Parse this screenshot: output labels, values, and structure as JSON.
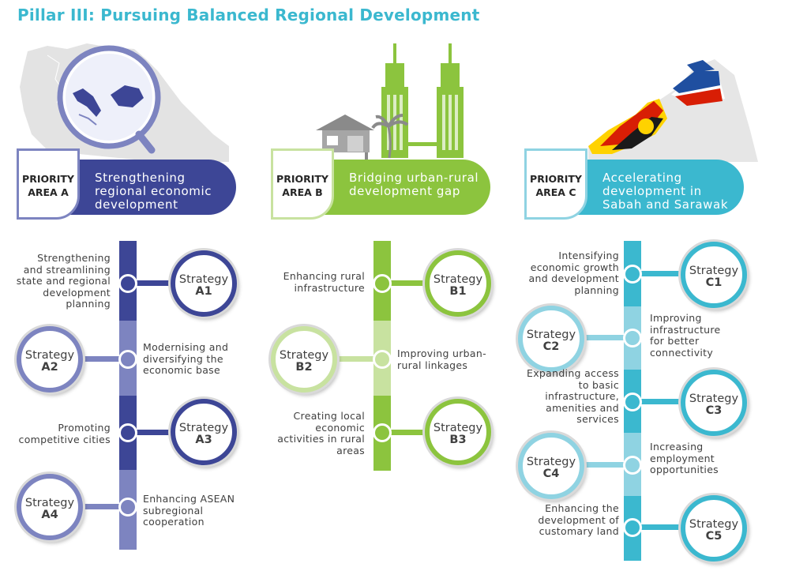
{
  "title": "Pillar III: Pursuing Balanced Regional Development",
  "colors": {
    "title": "#3bb8cf",
    "area_a": "#3d4696",
    "area_a_light": "#7d84c0",
    "area_b": "#8cc43e",
    "area_b_light": "#c8e2a0",
    "area_c": "#3bb8cf",
    "area_c_light": "#8fd3e2"
  },
  "icons": {
    "area_a": "southeast-asia-map-magnifier-icon",
    "area_b": "city-towers-and-village-house-icon",
    "area_c": "sabah-sarawak-map-flags-icon"
  },
  "areas": {
    "a": {
      "label_line1": "PRIORITY",
      "label_line2": "AREA A",
      "title": "Strengthening regional economic development",
      "strategies": [
        {
          "line1": "Strategy",
          "line2": "A1",
          "text": "Strengthening and streamlining state and regional development planning"
        },
        {
          "line1": "Strategy",
          "line2": "A2",
          "text": "Modernising and diversifying the economic base"
        },
        {
          "line1": "Strategy",
          "line2": "A3",
          "text": "Promoting competitive cities"
        },
        {
          "line1": "Strategy",
          "line2": "A4",
          "text": "Enhancing ASEAN subregional cooperation"
        }
      ]
    },
    "b": {
      "label_line1": "PRIORITY",
      "label_line2": "AREA B",
      "title": "Bridging urban-rural development gap",
      "strategies": [
        {
          "line1": "Strategy",
          "line2": "B1",
          "text": "Enhancing rural infrastructure"
        },
        {
          "line1": "Strategy",
          "line2": "B2",
          "text": "Improving urban-rural linkages"
        },
        {
          "line1": "Strategy",
          "line2": "B3",
          "text": "Creating local economic activities in rural areas"
        }
      ]
    },
    "c": {
      "label_line1": "PRIORITY",
      "label_line2": "AREA C",
      "title": "Accelerating development in Sabah and Sarawak",
      "strategies": [
        {
          "line1": "Strategy",
          "line2": "C1",
          "text": "Intensifying economic growth and development planning"
        },
        {
          "line1": "Strategy",
          "line2": "C2",
          "text": "Improving infrastructure for better connectivity"
        },
        {
          "line1": "Strategy",
          "line2": "C3",
          "text": "Expanding access to basic infrastructure, amenities and services"
        },
        {
          "line1": "Strategy",
          "line2": "C4",
          "text": "Increasing employment opportunities"
        },
        {
          "line1": "Strategy",
          "line2": "C5",
          "text": "Enhancing the development of customary land"
        }
      ]
    }
  }
}
